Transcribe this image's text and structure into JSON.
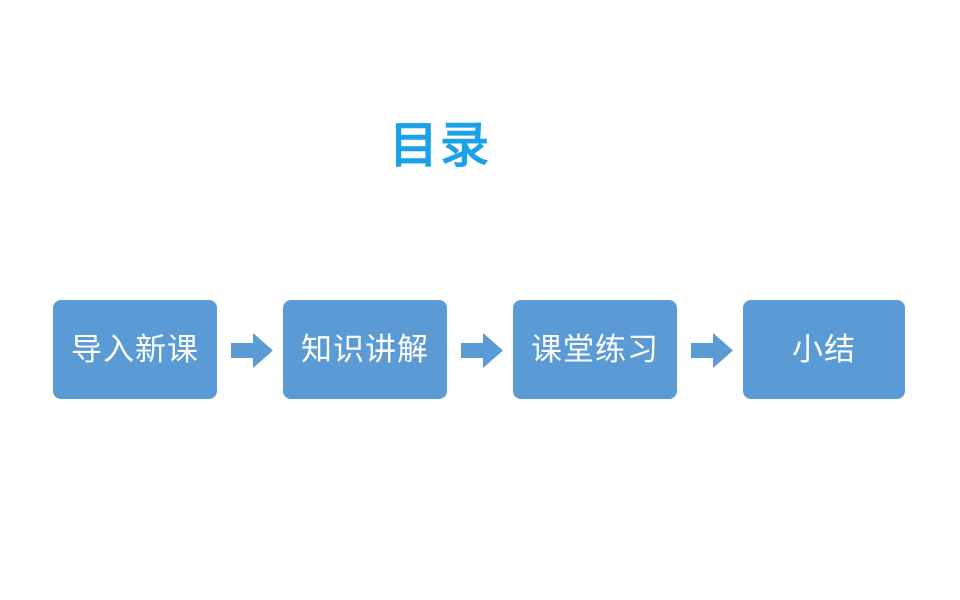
{
  "slide": {
    "title": "目录",
    "background_color": "#ffffff",
    "title_color": "#1ba1e8",
    "accent_color": "#5b9bd5",
    "box_text_color": "#ffffff"
  },
  "flow": {
    "steps": [
      {
        "label": "导入新课"
      },
      {
        "label": "知识讲解"
      },
      {
        "label": "课堂练习"
      },
      {
        "label": "小结"
      }
    ],
    "connectors": [
      {
        "icon": "arrow-right-icon"
      },
      {
        "icon": "arrow-right-icon"
      },
      {
        "icon": "arrow-right-icon"
      }
    ]
  }
}
